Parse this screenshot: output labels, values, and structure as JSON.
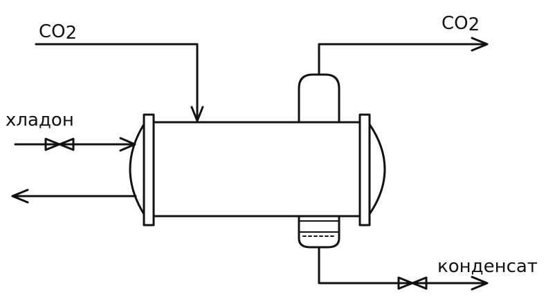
{
  "labels": {
    "co2_in": "CO",
    "co2_in_sub": "2",
    "co2_out": "CO",
    "co2_out_sub": "2",
    "freon": "хладон",
    "condensate": "конденсат"
  }
}
